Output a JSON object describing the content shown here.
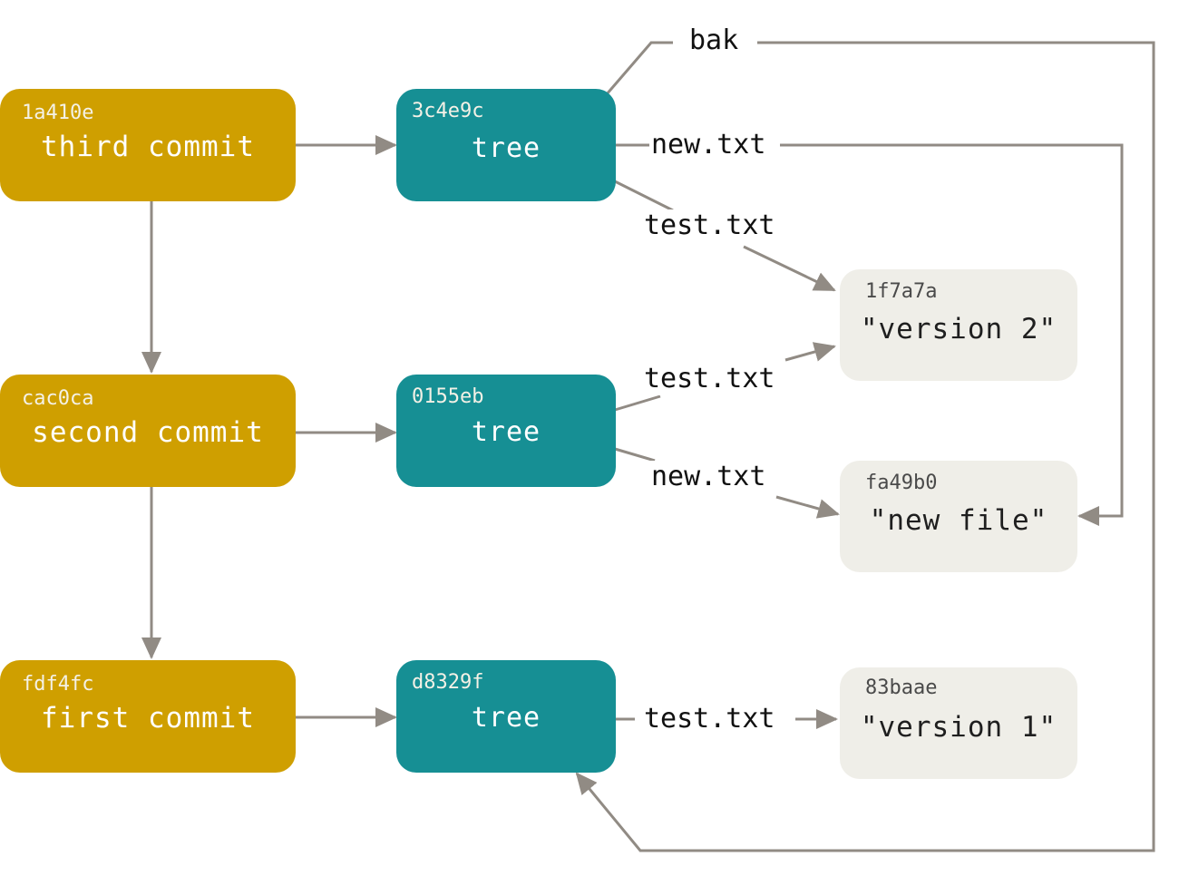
{
  "colors": {
    "commit": "#cf9f00",
    "tree": "#168f94",
    "blob": "#efeee8",
    "edge": "#918b84"
  },
  "commits": [
    {
      "hash": "1a410e",
      "message": "third commit"
    },
    {
      "hash": "cac0ca",
      "message": "second commit"
    },
    {
      "hash": "fdf4fc",
      "message": "first commit"
    }
  ],
  "trees": [
    {
      "hash": "3c4e9c",
      "label": "tree"
    },
    {
      "hash": "0155eb",
      "label": "tree"
    },
    {
      "hash": "d8329f",
      "label": "tree"
    }
  ],
  "blobs": [
    {
      "hash": "1f7a7a",
      "content": "\"version 2\""
    },
    {
      "hash": "fa49b0",
      "content": "\"new file\""
    },
    {
      "hash": "83baae",
      "content": "\"version 1\""
    }
  ],
  "edge_labels": {
    "bak": "bak",
    "tree1_new": "new.txt",
    "tree1_test": "test.txt",
    "tree2_test": "test.txt",
    "tree2_new": "new.txt",
    "tree3_test": "test.txt"
  }
}
